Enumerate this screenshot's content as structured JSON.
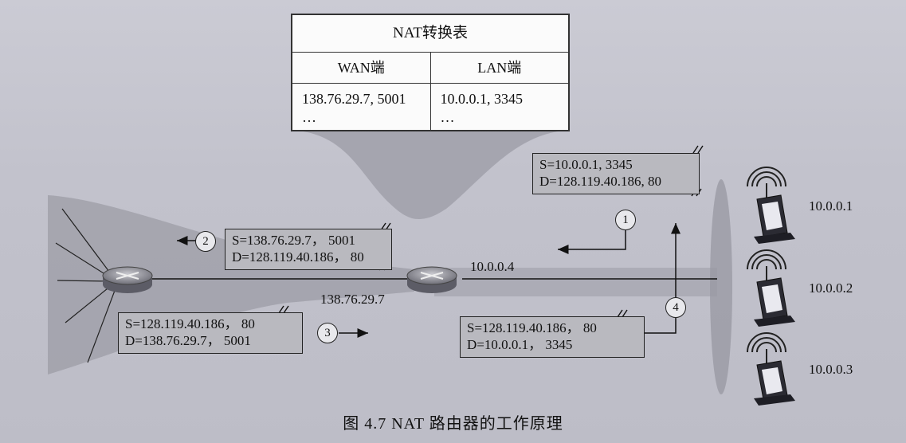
{
  "nat_table": {
    "title": "NAT转换表",
    "wan_header": "WAN端",
    "lan_header": "LAN端",
    "wan_entry": "138.76.29.7, 5001",
    "lan_entry": "10.0.0.1, 3345",
    "wan_more": "…",
    "lan_more": "…"
  },
  "packets": {
    "p1": {
      "line1": "S=10.0.0.1, 3345",
      "line2": "D=128.119.40.186, 80",
      "step": "1"
    },
    "p2": {
      "line1": "S=138.76.29.7， 5001",
      "line2": "D=128.119.40.186， 80",
      "step": "2"
    },
    "p3": {
      "line1": "S=128.119.40.186， 80",
      "line2": "D=138.76.29.7， 5001",
      "step": "3"
    },
    "p4": {
      "line1": "S=128.119.40.186， 80",
      "line2": "D=10.0.0.1， 3345",
      "step": "4"
    }
  },
  "addresses": {
    "router_lan": "10.0.0.4",
    "router_wan": "138.76.29.7",
    "host1": "10.0.0.1",
    "host2": "10.0.0.2",
    "host3": "10.0.0.3"
  },
  "caption": "图 4.7   NAT 路由器的工作原理"
}
